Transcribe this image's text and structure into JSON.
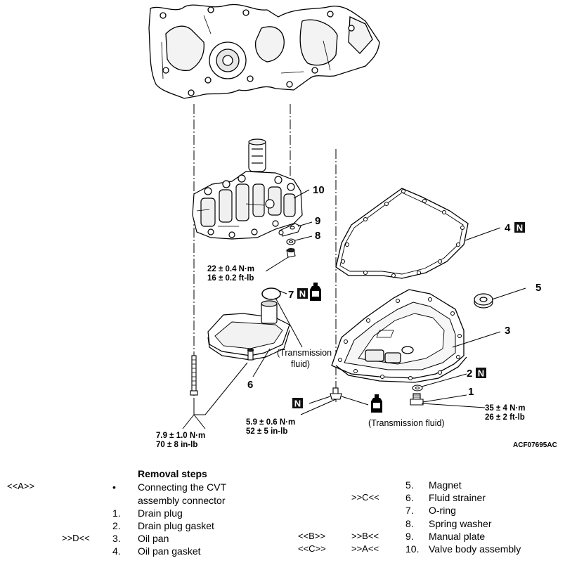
{
  "figure": {
    "callouts": {
      "c1": "1",
      "c2": "2",
      "c3": "3",
      "c4": "4",
      "c5": "5",
      "c6": "6",
      "c7": "7",
      "c8": "8",
      "c9": "9",
      "c10": "10"
    },
    "new_part_mark": "N",
    "torques": {
      "t_valve_body": [
        "22 ± 0.4 N·m",
        "16 ± 0.2 ft-lb"
      ],
      "t_strainer": [
        "7.9 ± 1.0 N·m",
        "70 ± 8 in-lb"
      ],
      "t_oil_pan": [
        "5.9 ± 0.6 N·m",
        "52 ± 5 in-lb"
      ],
      "t_drain_plug": [
        "35 ± 4 N·m",
        "26 ± 2 ft-lb"
      ]
    },
    "fluid_note_left": [
      "(Transmission",
      "fluid)"
    ],
    "fluid_note_right": "(Transmission fluid)",
    "figure_id": "ACF07695AC"
  },
  "removal": {
    "title": "Removal steps",
    "left_steps": [
      {
        "ref1": "<<A>>",
        "ref2": "",
        "num": "•",
        "text": [
          "Connecting the CVT",
          "assembly connector"
        ]
      },
      {
        "ref1": "",
        "ref2": "",
        "num": "1.",
        "text": [
          "Drain plug"
        ]
      },
      {
        "ref1": "",
        "ref2": "",
        "num": "2.",
        "text": [
          "Drain plug gasket"
        ]
      },
      {
        "ref1": "",
        "ref2": ">>D<<",
        "num": "3.",
        "text": [
          "Oil pan"
        ]
      },
      {
        "ref1": "",
        "ref2": "",
        "num": "4.",
        "text": [
          "Oil pan gasket"
        ]
      }
    ],
    "right_steps": [
      {
        "ref1": "",
        "ref2": "",
        "num": "5.",
        "text": "Magnet"
      },
      {
        "ref1": "",
        "ref2": ">>C<<",
        "num": "6.",
        "text": "Fluid strainer"
      },
      {
        "ref1": "",
        "ref2": "",
        "num": "7.",
        "text": "O-ring"
      },
      {
        "ref1": "",
        "ref2": "",
        "num": "8.",
        "text": "Spring washer"
      },
      {
        "ref1": "<<B>>",
        "ref2": ">>B<<",
        "num": "9.",
        "text": "Manual plate"
      },
      {
        "ref1": "<<C>>",
        "ref2": ">>A<<",
        "num": "10.",
        "text": "Valve body assembly"
      }
    ]
  }
}
